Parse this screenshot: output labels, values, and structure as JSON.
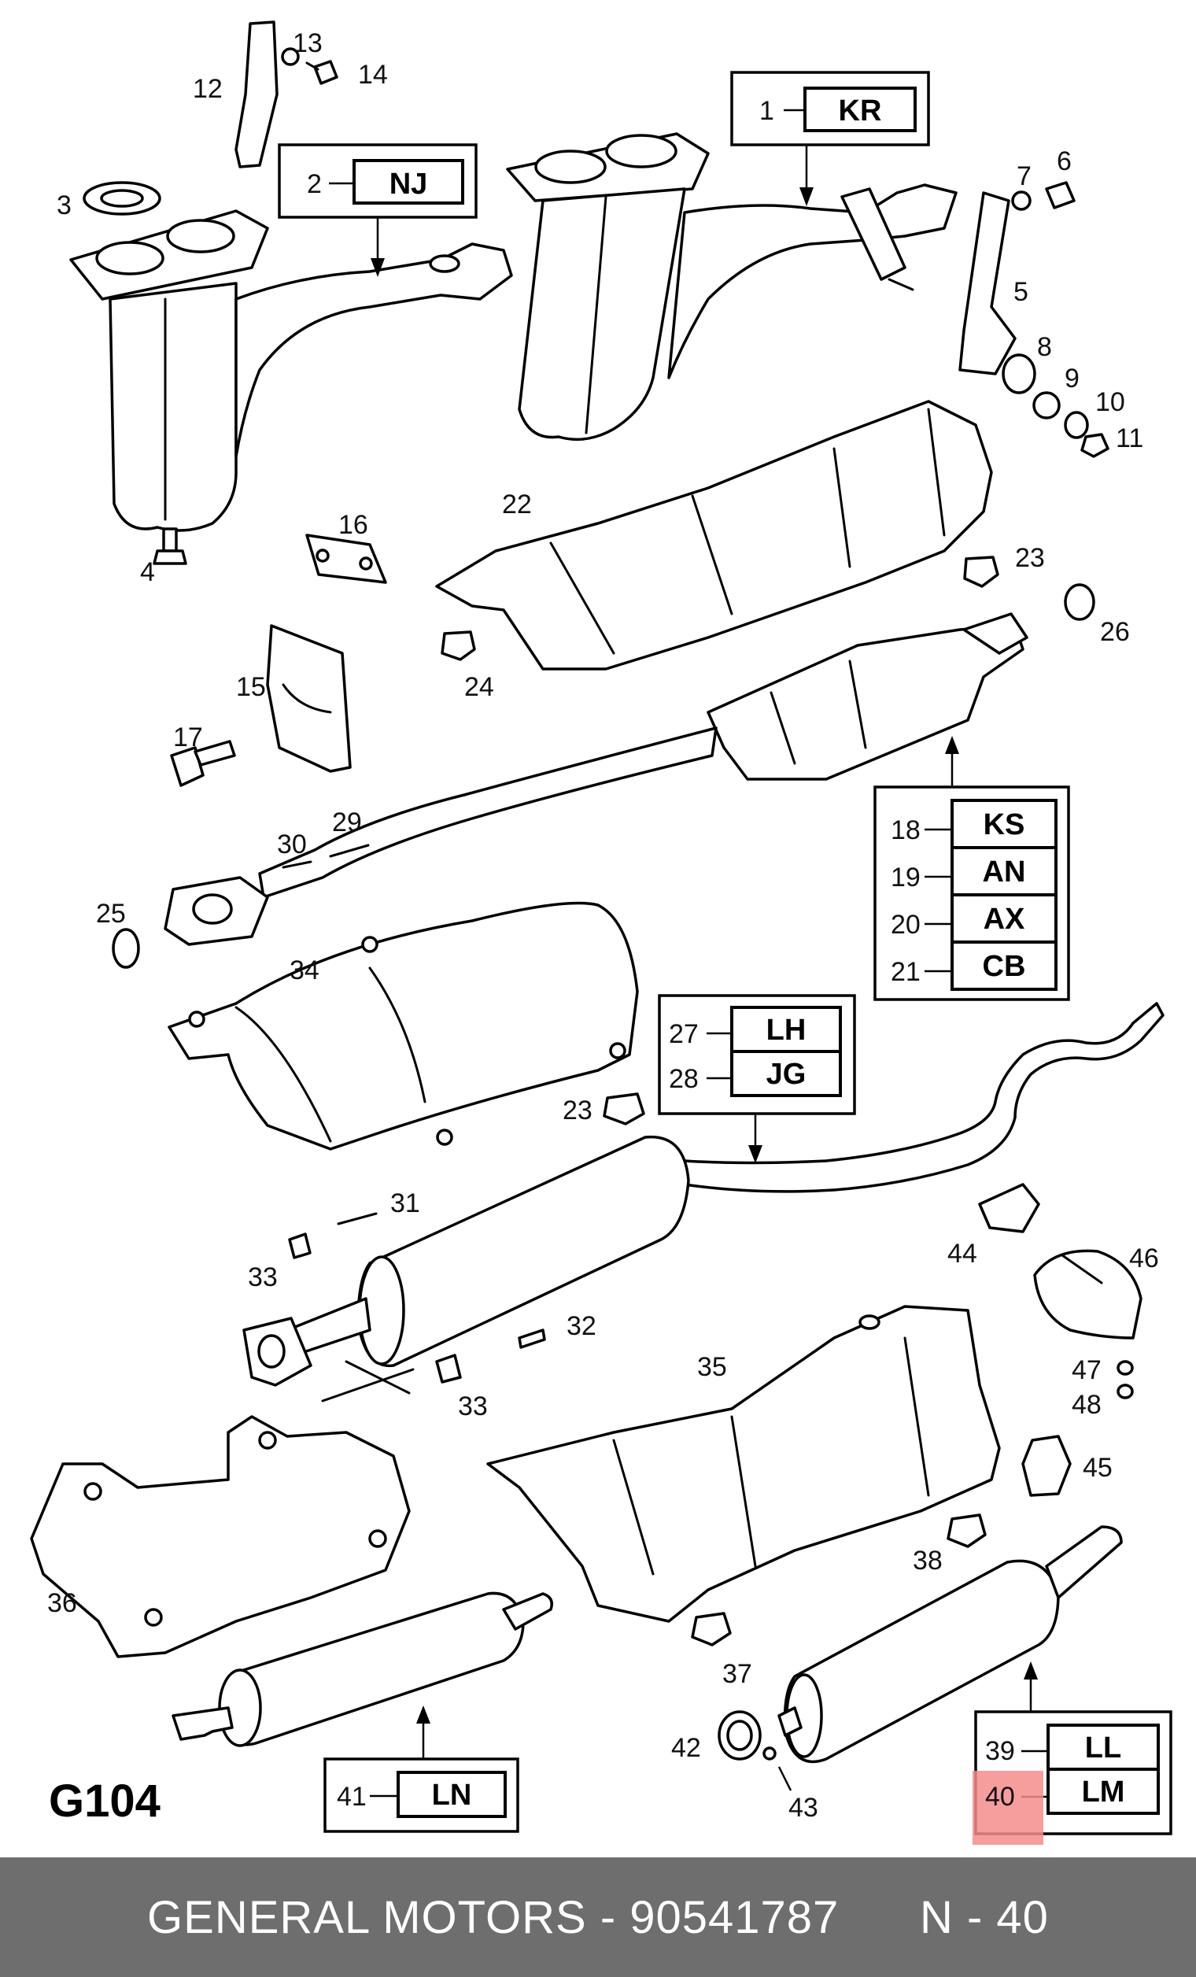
{
  "diagram": {
    "id": "G104",
    "callouts": [
      "1",
      "2",
      "3",
      "4",
      "5",
      "6",
      "7",
      "8",
      "9",
      "10",
      "11",
      "12",
      "13",
      "14",
      "15",
      "16",
      "17",
      "22",
      "23",
      "23b",
      "24",
      "25",
      "26",
      "29",
      "30",
      "31",
      "32",
      "33",
      "33b",
      "34",
      "35",
      "36",
      "37",
      "38",
      "42",
      "43",
      "44",
      "45",
      "46",
      "47",
      "48"
    ],
    "labels": {
      "1": "1",
      "2": "2",
      "3": "3",
      "4": "4",
      "5": "5",
      "6": "6",
      "7": "7",
      "8": "8",
      "9": "9",
      "10": "10",
      "11": "11",
      "12": "12",
      "13": "13",
      "14": "14",
      "15": "15",
      "16": "16",
      "17": "17",
      "22": "22",
      "23": "23",
      "23b": "23",
      "24": "24",
      "25": "25",
      "26": "26",
      "29": "29",
      "30": "30",
      "31": "31",
      "32": "32",
      "33": "33",
      "33b": "33",
      "34": "34",
      "35": "35",
      "36": "36",
      "37": "37",
      "38": "38",
      "42": "42",
      "43": "43",
      "44": "44",
      "45": "45",
      "46": "46",
      "47": "47",
      "48": "48"
    },
    "code_boxes": [
      {
        "num": "1",
        "code": "KR"
      },
      {
        "num": "2",
        "code": "NJ"
      },
      {
        "num": "18",
        "code": "KS"
      },
      {
        "num": "19",
        "code": "AN"
      },
      {
        "num": "20",
        "code": "AX"
      },
      {
        "num": "21",
        "code": "CB"
      },
      {
        "num": "27",
        "code": "LH"
      },
      {
        "num": "28",
        "code": "JG"
      },
      {
        "num": "41",
        "code": "LN"
      },
      {
        "num": "39",
        "code": "LL"
      },
      {
        "num": "40",
        "code": "LM"
      }
    ],
    "highlighted_item": "40",
    "highlight_color": "#f48c8c"
  },
  "footer": {
    "text": "GENERAL MOTORS - 90541787      N - 40",
    "background": "#6e6e6e",
    "color": "#ffffff"
  }
}
